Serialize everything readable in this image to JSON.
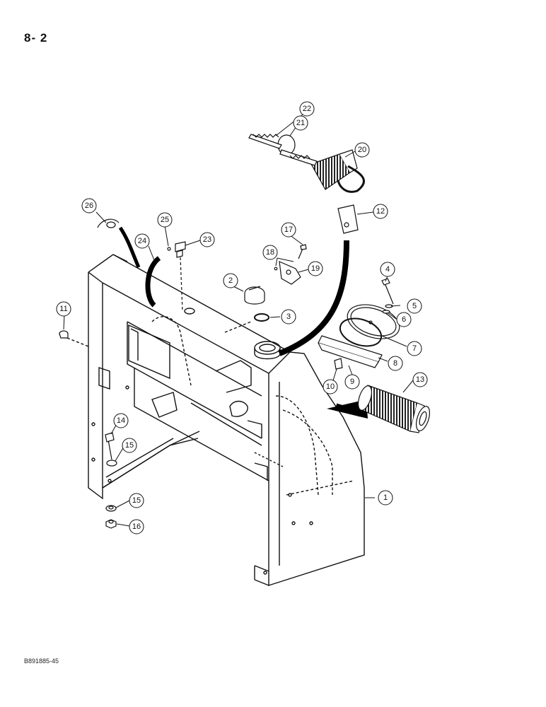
{
  "header": {
    "page_number": "8- 2"
  },
  "footer": {
    "figure_code": "B891885-45"
  },
  "callouts": [
    {
      "id": "c1",
      "label": "1"
    },
    {
      "id": "c2",
      "label": "2"
    },
    {
      "id": "c3",
      "label": "3"
    },
    {
      "id": "c4",
      "label": "4"
    },
    {
      "id": "c5",
      "label": "5"
    },
    {
      "id": "c6",
      "label": "6"
    },
    {
      "id": "c7",
      "label": "7"
    },
    {
      "id": "c8",
      "label": "8"
    },
    {
      "id": "c9",
      "label": "9"
    },
    {
      "id": "c10",
      "label": "10"
    },
    {
      "id": "c11",
      "label": "11"
    },
    {
      "id": "c12",
      "label": "12"
    },
    {
      "id": "c13",
      "label": "13"
    },
    {
      "id": "c14",
      "label": "14"
    },
    {
      "id": "c15a",
      "label": "15"
    },
    {
      "id": "c15b",
      "label": "15"
    },
    {
      "id": "c16",
      "label": "16"
    },
    {
      "id": "c17",
      "label": "17"
    },
    {
      "id": "c18",
      "label": "18"
    },
    {
      "id": "c19",
      "label": "19"
    },
    {
      "id": "c20",
      "label": "20"
    },
    {
      "id": "c21",
      "label": "21"
    },
    {
      "id": "c22",
      "label": "22"
    },
    {
      "id": "c23",
      "label": "23"
    },
    {
      "id": "c24",
      "label": "24"
    },
    {
      "id": "c25",
      "label": "25"
    },
    {
      "id": "c26",
      "label": "26"
    }
  ]
}
